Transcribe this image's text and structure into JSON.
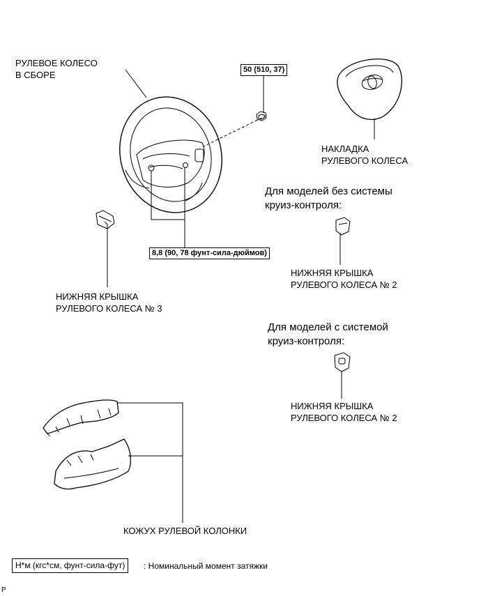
{
  "labels": {
    "steering_wheel": "РУЛЕВОЕ КОЛЕСО\nВ СБОРЕ",
    "wheel_pad": "НАКЛАДКА\nРУЛЕВОГО КОЛЕСА",
    "lower_cover_3": "НИЖНЯЯ КРЫШКА\nРУЛЕВОГО КОЛЕСА № 3",
    "no_cruise_heading": "Для моделей без системы\nкруиз-контроля:",
    "lower_cover_2_no_cruise": "НИЖНЯЯ КРЫШКА\nРУЛЕВОГО КОЛЕСА № 2",
    "cruise_heading": "Для моделей с системой\nкруиз-контроля:",
    "lower_cover_2_cruise": "НИЖНЯЯ КРЫШКА\nРУЛЕВОГО КОЛЕСА № 2",
    "column_cover": "КОЖУХ РУЛЕВОЙ КОЛОНКИ"
  },
  "torques": {
    "nut": "50 (510, 37)",
    "screws": "8,8 (90, 78 фунт-сила-дюймов)"
  },
  "legend": {
    "unit": "Н*м (кгс*см, фунт-сила-фут)",
    "description": ": Номинальный момент затяжки"
  },
  "corner_mark": "P"
}
